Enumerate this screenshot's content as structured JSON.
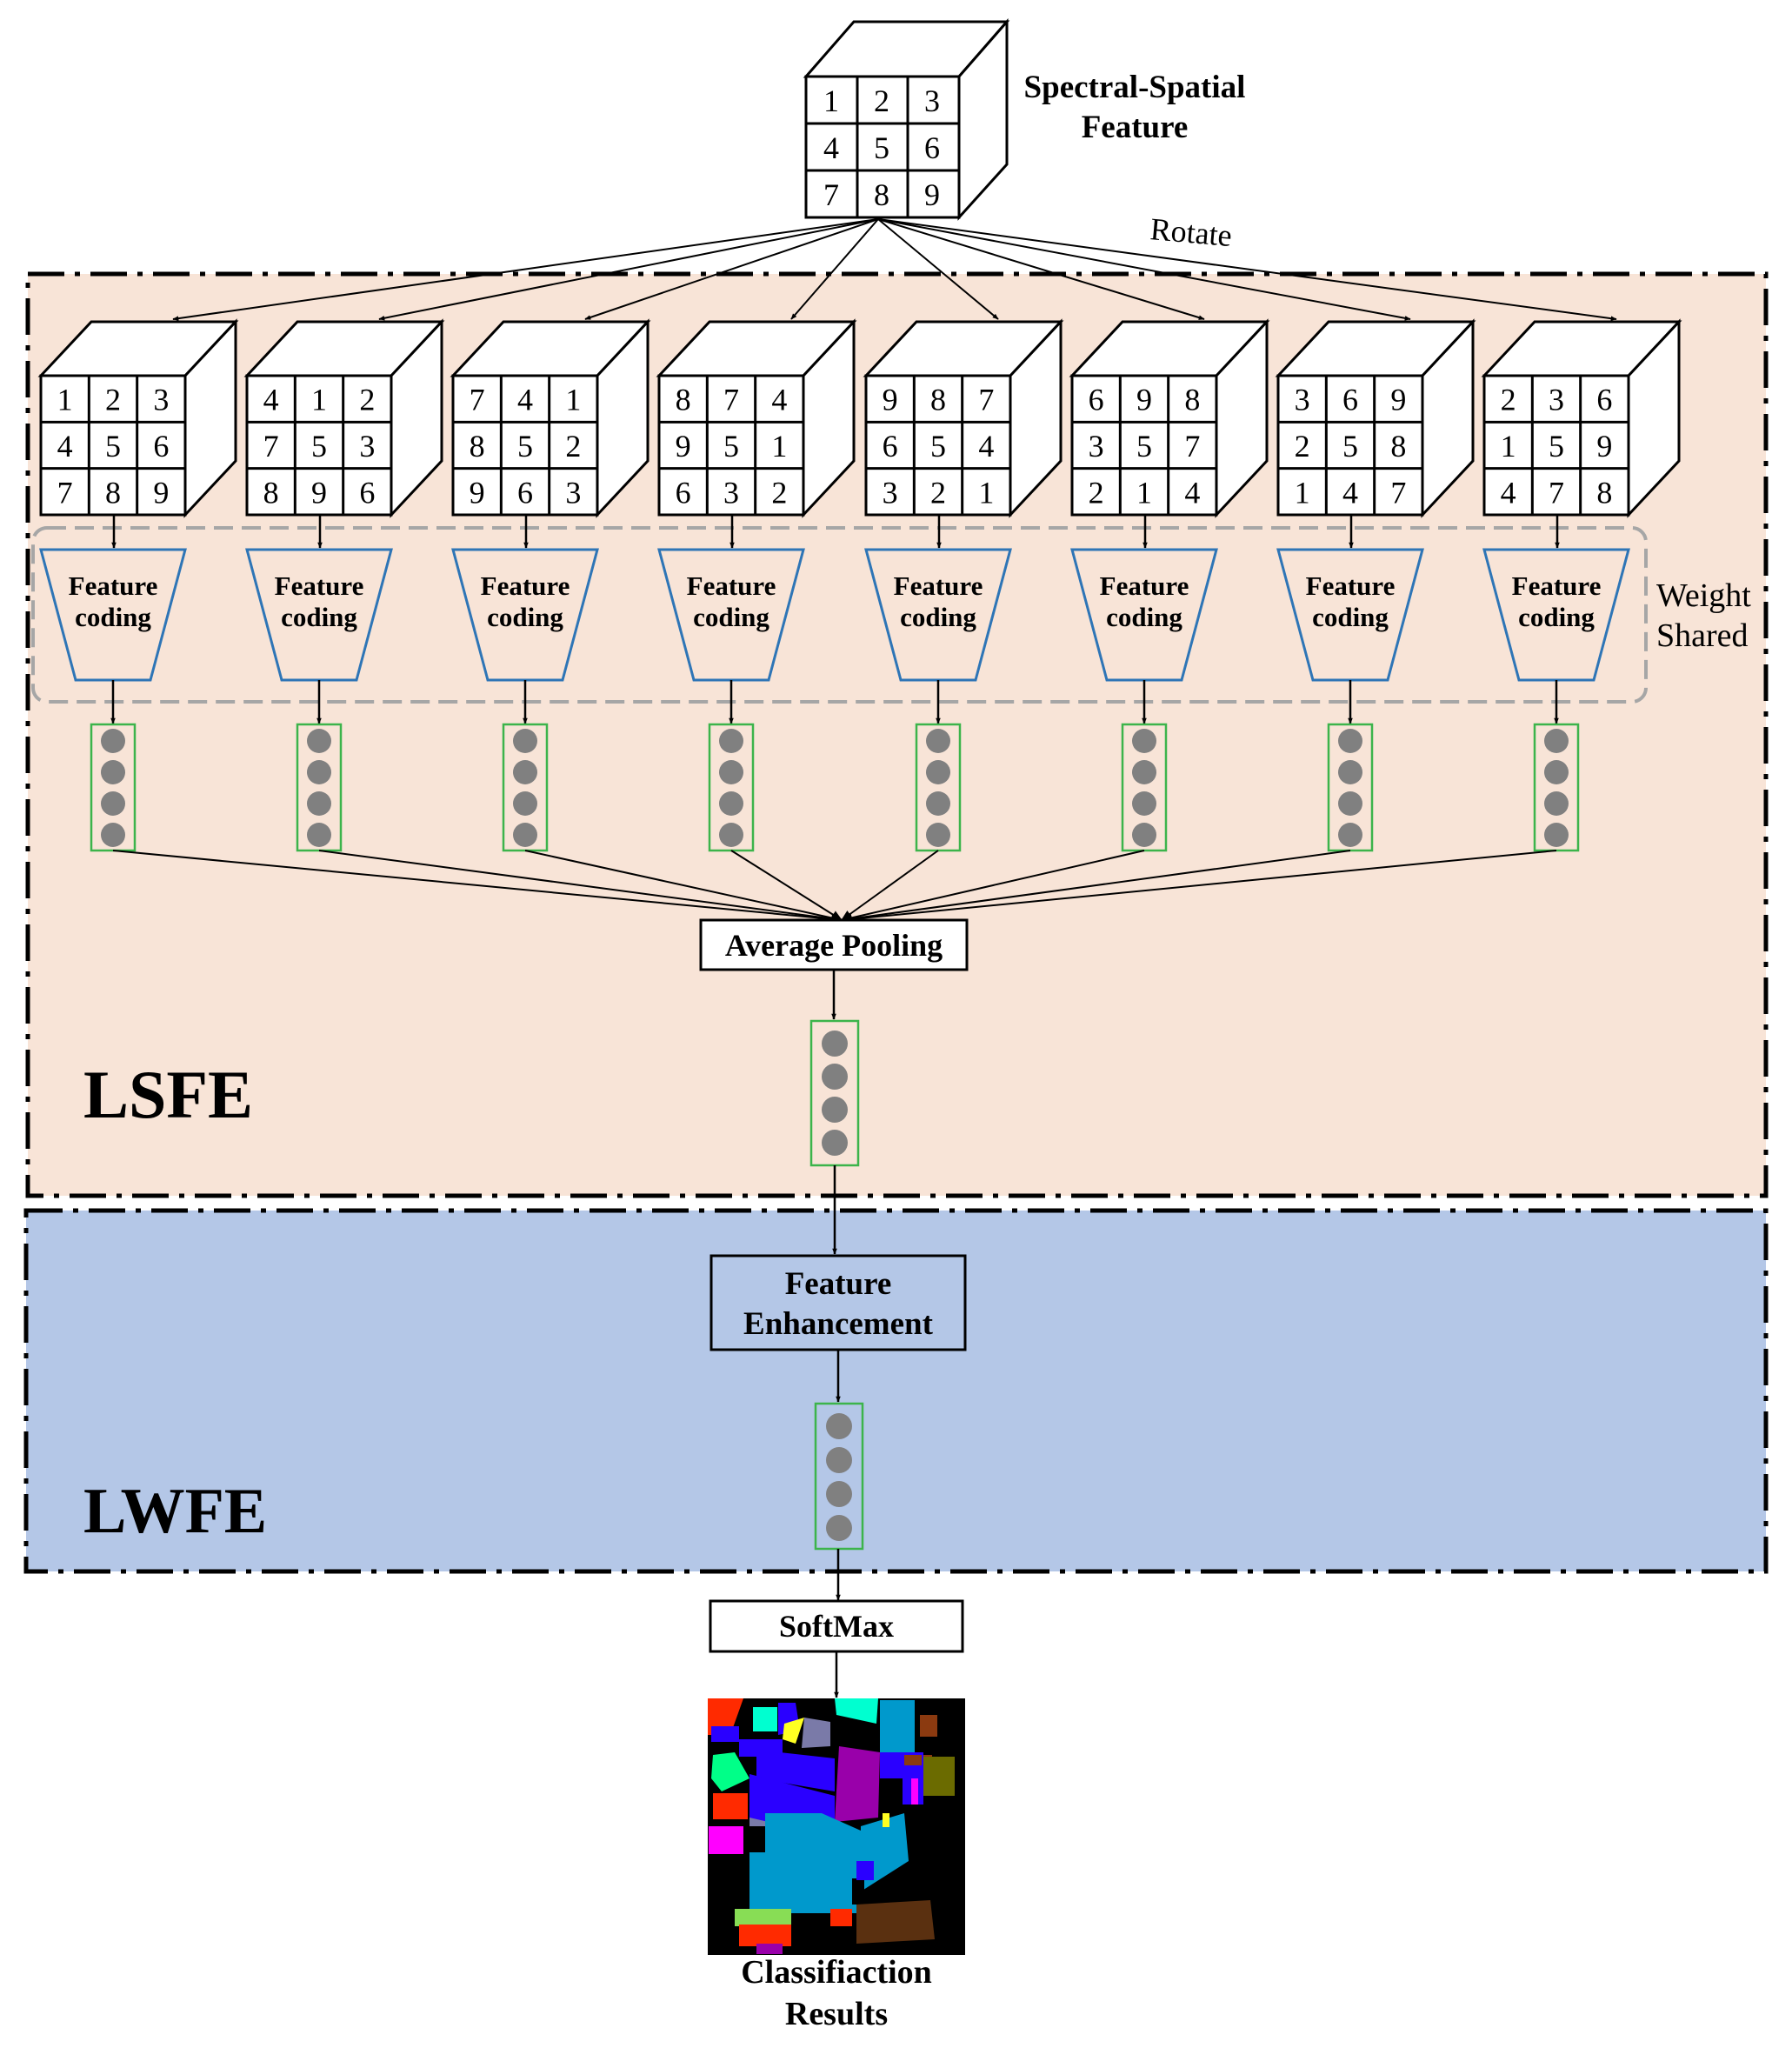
{
  "input": {
    "title_line1": "Spectral-Spatial",
    "title_line2": "Feature",
    "grid": [
      "1",
      "2",
      "3",
      "4",
      "5",
      "6",
      "7",
      "8",
      "9"
    ]
  },
  "rotate_label": "Rotate",
  "rotations": [
    [
      "1",
      "2",
      "3",
      "4",
      "5",
      "6",
      "7",
      "8",
      "9"
    ],
    [
      "4",
      "1",
      "2",
      "7",
      "5",
      "3",
      "8",
      "9",
      "6"
    ],
    [
      "7",
      "4",
      "1",
      "8",
      "5",
      "2",
      "9",
      "6",
      "3"
    ],
    [
      "8",
      "7",
      "4",
      "9",
      "5",
      "1",
      "6",
      "3",
      "2"
    ],
    [
      "9",
      "8",
      "7",
      "6",
      "5",
      "4",
      "3",
      "2",
      "1"
    ],
    [
      "6",
      "9",
      "8",
      "3",
      "5",
      "7",
      "2",
      "1",
      "4"
    ],
    [
      "3",
      "6",
      "9",
      "2",
      "5",
      "8",
      "1",
      "4",
      "7"
    ],
    [
      "2",
      "3",
      "6",
      "1",
      "5",
      "9",
      "4",
      "7",
      "8"
    ]
  ],
  "feature_coding": {
    "line1": "Feature",
    "line2": "coding"
  },
  "weight_shared": {
    "line1": "Weight",
    "line2": "Shared"
  },
  "average_pooling": "Average Pooling",
  "lsfe_label": "LSFE",
  "lwfe_label": "LWFE",
  "feature_enhancement": {
    "line1": "Feature",
    "line2": "Enhancement"
  },
  "softmax": "SoftMax",
  "results": {
    "line1": "Classifiaction",
    "line2": "Results"
  },
  "colors": {
    "lsfe_bg": "#f8e4d7",
    "lwfe_bg": "#b4c7e7",
    "trapezoid_stroke": "#2e75b6",
    "vector_stroke": "#3cb44b",
    "node_fill": "#808080",
    "dashed_gray": "#a6a6a6"
  }
}
